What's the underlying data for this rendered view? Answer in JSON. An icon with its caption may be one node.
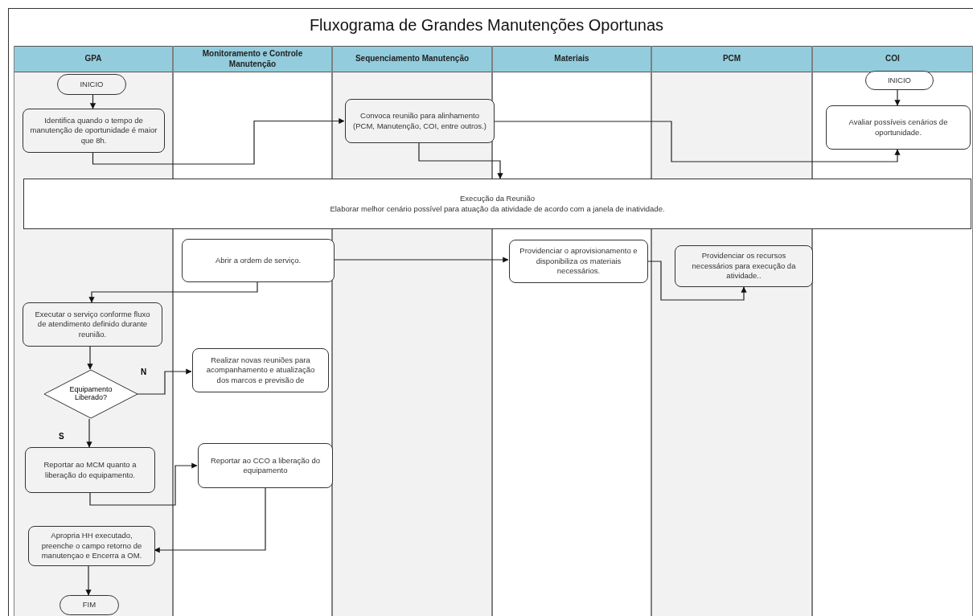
{
  "diagram": {
    "title": "Fluxograma de Grandes Manutenções Oportunas",
    "nodes": [
      {
        "text": [
          "GPA"
        ]
      },
      {
        "text": [
          "Monitoramento e Controle Manutenção"
        ]
      },
      {
        "text": [
          "Sequenciamento Manutenção"
        ]
      },
      {
        "text": [
          "Materiais"
        ]
      },
      {
        "text": [
          "PCM"
        ]
      },
      {
        "text": [
          "COI"
        ]
      },
      {
        "text": [
          "INICIO"
        ],
        "in": 0
      },
      {
        "text": [
          "Identifica quando o tempo de manutenção de oportunidade é maior que 8h."
        ],
        "in": 0
      },
      {
        "text": [
          "Convoca reunião para alinhamento (PCM, Manutenção, COI, entre outros.)"
        ],
        "in": 2
      },
      {
        "text": [
          "INICIO"
        ],
        "in": 5
      },
      {
        "text": [
          "Avaliar possíveis cenários de oportunidade."
        ],
        "in": 5
      },
      {
        "text": [
          "Execução da Reunião",
          "Elaborar melhor cenário possível para atuação da atividade de acordo com a janela de inatividade."
        ]
      },
      {
        "text": [
          "Abrir a ordem de serviço."
        ],
        "in": 1
      },
      {
        "text": [
          "Providenciar o aprovisionamento e disponibiliza os materiais necessários."
        ],
        "in": 3
      },
      {
        "text": [
          "Providenciar os recursos necessários para execução da atividade.."
        ],
        "in": 4
      },
      {
        "text": [
          "Executar o serviço conforme fluxo de atendimento definido durante reunião."
        ],
        "in": 0
      },
      {
        "text": [
          "Equipamento Liberado?"
        ],
        "in": 0
      },
      {
        "text": [
          "Realizar novas reuniões para acompanhamento e atualização dos marcos e previsão de"
        ],
        "in": 1
      },
      {
        "text": [
          "Reportar ao MCM quanto a liberação do equipamento."
        ],
        "in": 0
      },
      {
        "text": [
          "Reportar ao CCO a liberação do equipamento"
        ],
        "in": 1
      },
      {
        "text": [
          "Apropria HH executado, preenche o campo retorno de manutençao e Encerra a OM."
        ],
        "in": 0
      },
      {
        "text": [
          "FIM"
        ],
        "in": 0
      }
    ],
    "edges": [
      {
        "from": 6,
        "to": 7,
        "arrow": "to"
      },
      {
        "from": 7,
        "to": 8,
        "arrow": "to"
      },
      {
        "from": 8,
        "to": 11,
        "arrow": "to"
      },
      {
        "from": 8,
        "to": 10,
        "arrow": "to"
      },
      {
        "from": 9,
        "to": 10,
        "arrow": "to"
      },
      {
        "from": 12,
        "to": 13,
        "arrow": "to"
      },
      {
        "from": 13,
        "to": 14,
        "arrow": "to"
      },
      {
        "from": 12,
        "to": 15,
        "arrow": "to"
      },
      {
        "from": 15,
        "to": 16,
        "arrow": "to"
      },
      {
        "from": 16,
        "to": 17,
        "arrow": "to",
        "label": "N"
      },
      {
        "from": 16,
        "to": 18,
        "arrow": "to",
        "label": "S"
      },
      {
        "from": 18,
        "to": 19,
        "arrow": "to"
      },
      {
        "from": 19,
        "to": 20,
        "arrow": "to"
      },
      {
        "from": 20,
        "to": 21,
        "arrow": "to"
      }
    ]
  }
}
